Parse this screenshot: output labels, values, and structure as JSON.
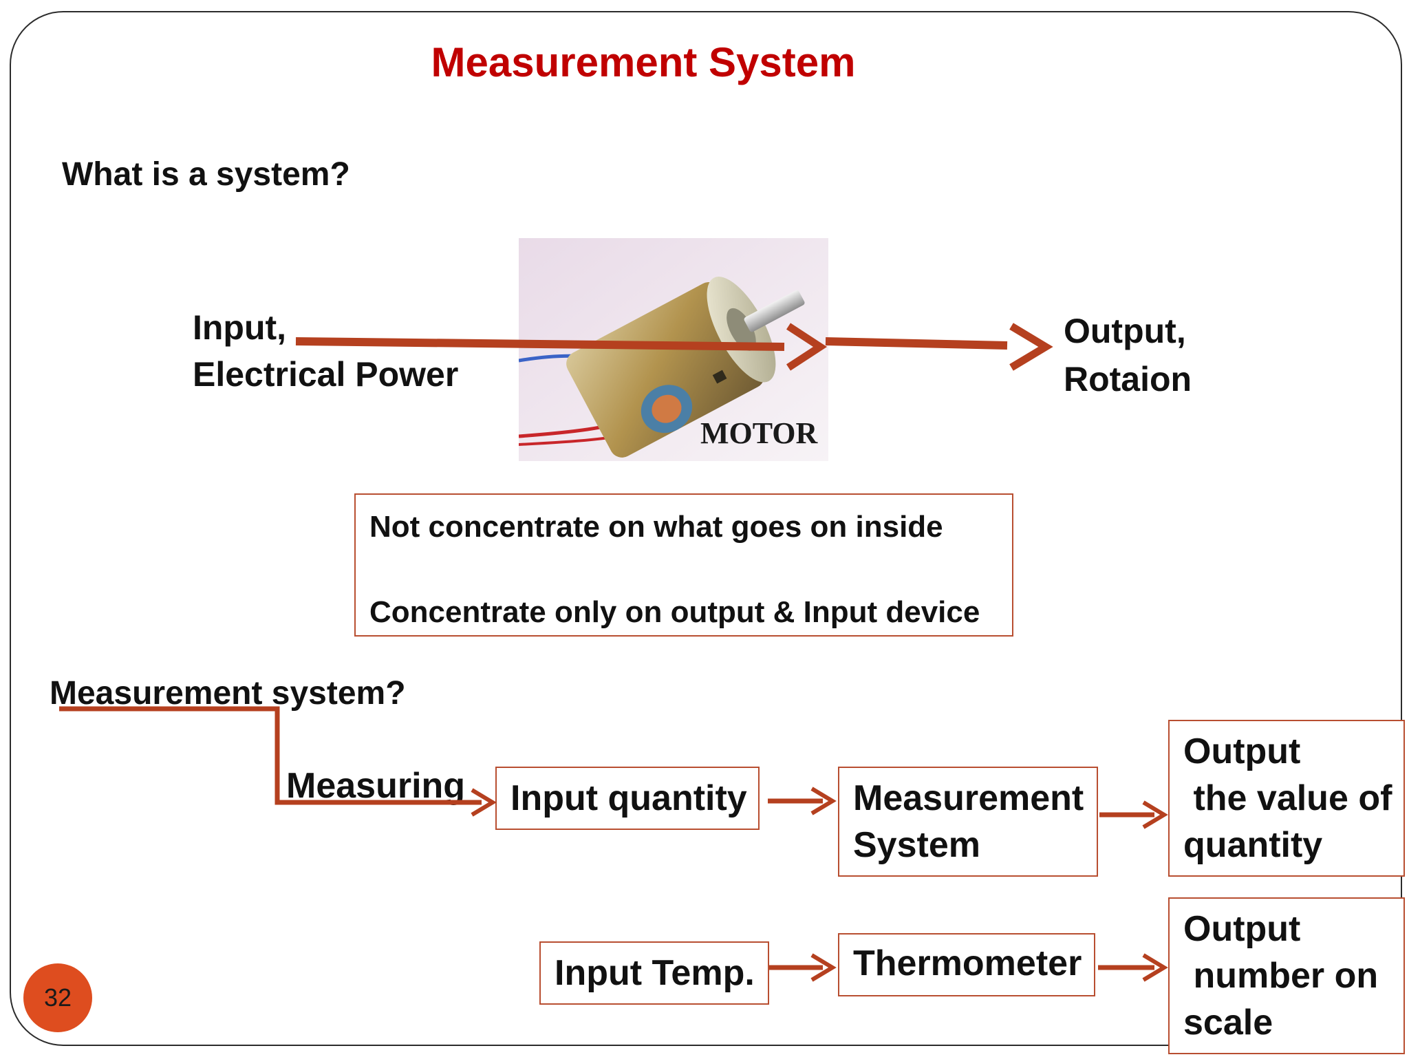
{
  "slide": {
    "title": "Measurement System",
    "page_number": "32"
  },
  "system_section": {
    "question": "What is a system?",
    "input_label": [
      "Input,",
      "Electrical Power"
    ],
    "output_label": [
      "Output,",
      "Rotaion"
    ],
    "device_label": "MOTOR",
    "device_icon": "motor-photo"
  },
  "note_box": {
    "line1": "Not concentrate on what goes on inside",
    "line2": "Concentrate only on output & Input device"
  },
  "measurement_section": {
    "question": "Measurement system?",
    "measuring_label": "Measuring",
    "row1": {
      "input": "Input quantity",
      "system": [
        "Measurement",
        "System"
      ],
      "output": [
        "Output",
        " the value of",
        "quantity"
      ]
    },
    "row2": {
      "input": "Input Temp.",
      "system": "Thermometer",
      "output": [
        "Output",
        " number on",
        "scale"
      ]
    }
  },
  "colors": {
    "title": "#c00000",
    "arrow": "#b5401f",
    "box_border": "#b84e30",
    "badge": "#de4d1f"
  }
}
